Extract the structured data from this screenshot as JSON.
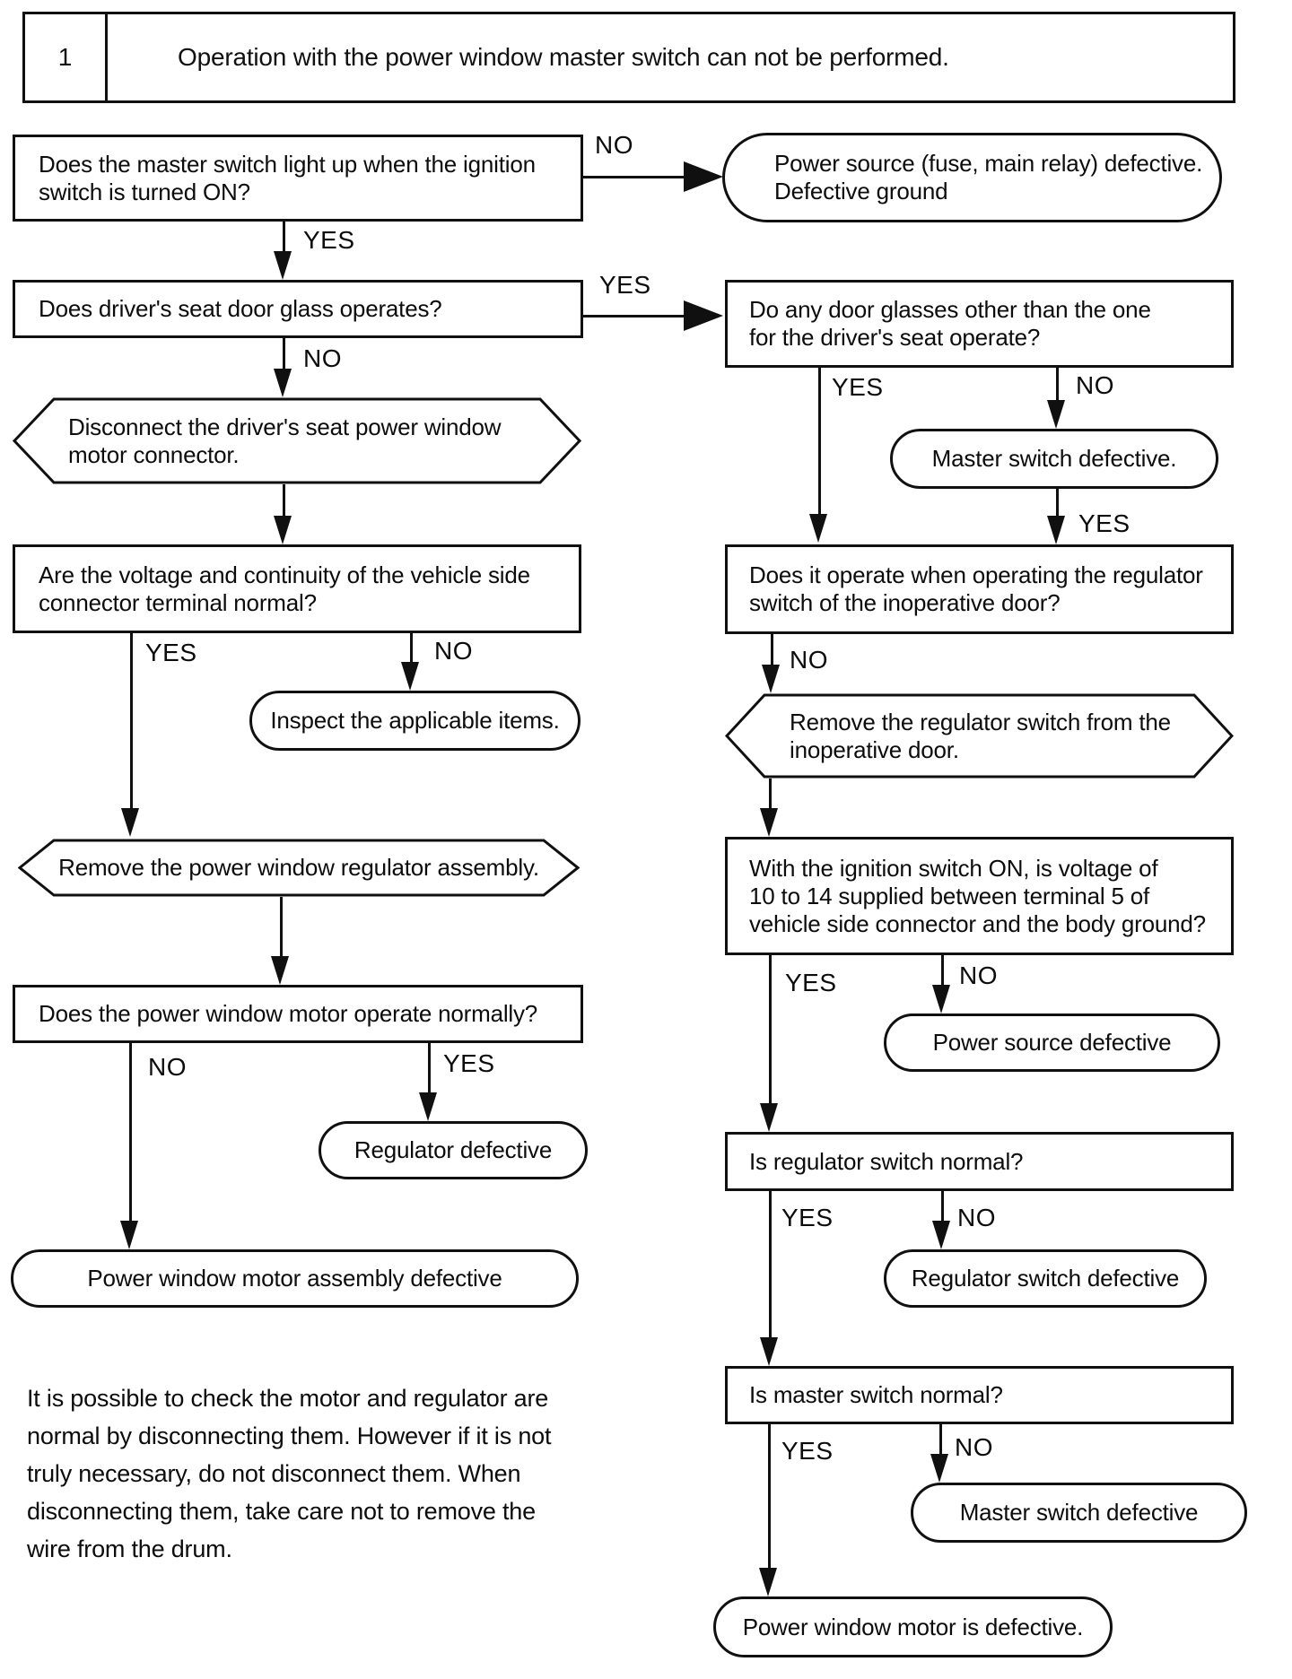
{
  "page": {
    "background": "#ffffff",
    "ink": "#101010"
  },
  "header": {
    "index": "1",
    "title": "Operation with the power window master switch can not be performed."
  },
  "connector_labels": {
    "yes": "YES",
    "no": "NO"
  },
  "left_column": {
    "q_master_switch_light": "Does the master switch light up when the ignition\nswitch is turned ON?",
    "r_power_source_fuse_relay_defective": "Power source (fuse, main relay) defective.\nDefective ground",
    "q_driver_glass_operates": "Does driver's seat door glass operates?",
    "a_disconnect_motor_connector": "Disconnect the driver's seat power window\nmotor connector.",
    "q_voltage_continuity": "Are the voltage and continuity of the vehicle side\nconnector terminal normal?",
    "r_inspect_items": "Inspect the applicable items.",
    "a_remove_regulator_assembly": "Remove the power window regulator assembly.",
    "q_motor_operates": "Does the power window motor operate normally?",
    "r_regulator_defective": "Regulator defective",
    "r_motor_assembly_defective": "Power window motor assembly defective",
    "note": "It is possible to check the motor and regulator are\nnormal by disconnecting them. However if it is not\ntruly necessary, do not disconnect them. When\ndisconnecting them, take care not to remove the\nwire from the drum."
  },
  "right_column": {
    "q_other_glasses": "Do any door glasses other than the one\nfor the driver's seat operate?",
    "r_master_switch_defective_1": "Master switch defective.",
    "q_regulator_switch_inoperative": "Does it operate when operating the regulator\nswitch of the inoperative door?",
    "a_remove_regulator_switch": "Remove the regulator switch from the\ninoperative door.",
    "q_voltage_terminal5": "With the ignition switch ON, is voltage of\n10 to 14 supplied between terminal 5 of\nvehicle side connector and the body ground?",
    "r_power_source_defective": "Power source defective",
    "q_regulator_switch_normal": "Is regulator switch normal?",
    "r_regulator_switch_defective": "Regulator switch defective",
    "q_master_switch_normal": "Is master switch normal?",
    "r_master_switch_defective_2": "Master switch defective",
    "r_power_window_motor_defective": "Power window motor is defective."
  }
}
